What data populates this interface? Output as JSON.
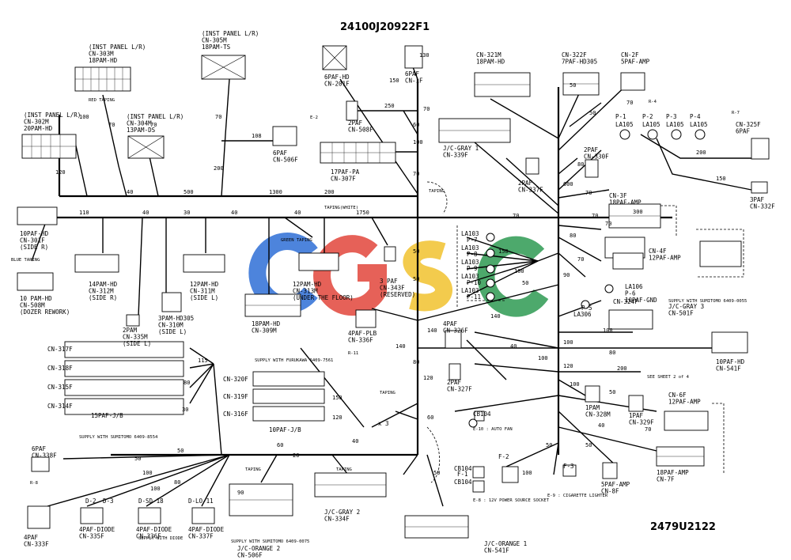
{
  "title": "24100J20922F1",
  "drawing_number": "2479U2122",
  "watermark": "CGSC",
  "colors": {
    "watermark_blue": "#2f6fd6",
    "watermark_red": "#e2463b",
    "watermark_yellow": "#f2c22e",
    "watermark_green": "#2e9a52"
  },
  "connectors": [
    {
      "id": "c1",
      "lines": [
        "(INST PANEL L/R)",
        "CN-303M",
        "18PAM-HD"
      ]
    },
    {
      "id": "c2",
      "lines": [
        "(INST PANEL L/R)",
        "CN-305M",
        "18PAM-TS"
      ]
    },
    {
      "id": "c3",
      "lines": [
        "(INST PANEL L/R)",
        "CN-302M",
        "20PAM-HD"
      ]
    },
    {
      "id": "c4",
      "lines": [
        "(INST PANEL L/R)",
        "CN-304M",
        "13PAM-DS"
      ]
    },
    {
      "id": "c5",
      "lines": [
        "6PAF-HD",
        "CN-201F"
      ]
    },
    {
      "id": "c6",
      "lines": [
        "6PAF",
        "CN-1F"
      ]
    },
    {
      "id": "c7",
      "lines": [
        "2PAF",
        "CN-508F"
      ]
    },
    {
      "id": "c8",
      "lines": [
        "6PAF",
        "CN-506F"
      ]
    },
    {
      "id": "c9",
      "lines": [
        "17PAF-PA",
        "CN-307F"
      ]
    },
    {
      "id": "c10",
      "lines": [
        "J/C-GRAY 1",
        "CN-339F"
      ]
    },
    {
      "id": "c11",
      "lines": [
        "CN-321M",
        "18PAM-HD"
      ]
    },
    {
      "id": "c12",
      "lines": [
        "CN-322F",
        "7PAF-HD305"
      ]
    },
    {
      "id": "c13",
      "lines": [
        "CN-2F",
        "5PAF-AMP"
      ]
    },
    {
      "id": "c14",
      "lines": [
        "CN-325F",
        "6PAF"
      ]
    },
    {
      "id": "c15",
      "lines": [
        "2PAF",
        "CN-337F"
      ]
    },
    {
      "id": "c16",
      "lines": [
        "2PAF",
        "CN-330F"
      ]
    },
    {
      "id": "c17",
      "lines": [
        "CN-3F",
        "18PAF-AMP"
      ]
    },
    {
      "id": "c18",
      "lines": [
        "3PAF",
        "CN-332F"
      ]
    },
    {
      "id": "c19",
      "lines": [
        "CN-4F",
        "12PAF-AMP"
      ]
    },
    {
      "id": "c20",
      "lines": [
        "10PAF-HD",
        "CN-301F",
        "(SIDE R)"
      ]
    },
    {
      "id": "c21",
      "lines": [
        "10 PAM-HD",
        "CN-508M",
        "(DOZER REWORK)"
      ]
    },
    {
      "id": "c22",
      "lines": [
        "14PAM-HD",
        "CN-312M",
        "(SIDE R)"
      ]
    },
    {
      "id": "c23",
      "lines": [
        "2PAM",
        "CN-335M",
        "(SIDE L)"
      ]
    },
    {
      "id": "c24",
      "lines": [
        "3PAM-HD305",
        "CN-310M",
        "(SIDE L)"
      ]
    },
    {
      "id": "c25",
      "lines": [
        "12PAM-HD",
        "CN-311M",
        "(SIDE L)"
      ]
    },
    {
      "id": "c26",
      "lines": [
        "12PAM-HD",
        "CN-313M",
        "(UNDER THE FLOOR)"
      ]
    },
    {
      "id": "c27",
      "lines": [
        "18PAM-HD",
        "CN-309M"
      ]
    },
    {
      "id": "c28",
      "lines": [
        "3 PAF",
        "CN-343F",
        "(RESERVED)"
      ]
    },
    {
      "id": "c29",
      "lines": [
        "4PAF-PLB",
        "CN-336F"
      ]
    },
    {
      "id": "c30",
      "lines": [
        "4PAF",
        "CN-326F"
      ]
    },
    {
      "id": "c31",
      "lines": [
        "LA106",
        "P-6",
        "10PAF-GND"
      ]
    },
    {
      "id": "c32",
      "lines": [
        "J/C-GRAY 3",
        "CN-501F"
      ]
    },
    {
      "id": "c33",
      "lines": [
        "10PAF-HD",
        "CN-541F"
      ]
    },
    {
      "id": "c34",
      "lines": [
        "2PAF",
        "CN-327F"
      ]
    },
    {
      "id": "c35",
      "lines": [
        "1PAM",
        "CN-328M"
      ]
    },
    {
      "id": "c36",
      "lines": [
        "1PAF",
        "CN-329F"
      ]
    },
    {
      "id": "c37",
      "lines": [
        "CN-6F",
        "12PAF-AMP"
      ]
    },
    {
      "id": "c38",
      "lines": [
        "15PAF-J/B"
      ]
    },
    {
      "id": "c39",
      "lines": [
        "10PAF-J/B"
      ]
    },
    {
      "id": "c40",
      "lines": [
        "6PAF",
        "CN-338F"
      ]
    },
    {
      "id": "c41",
      "lines": [
        "4PAF",
        "CN-333F"
      ]
    },
    {
      "id": "c42",
      "lines": [
        "4PAF-DIODE",
        "CN-335F"
      ]
    },
    {
      "id": "c43",
      "lines": [
        "4PAF-DIODE",
        "CN-336F"
      ]
    },
    {
      "id": "c44",
      "lines": [
        "4PAF-DIODE",
        "CN-337F"
      ]
    },
    {
      "id": "c45",
      "lines": [
        "J/C-ORANGE 2",
        "CN-506F"
      ]
    },
    {
      "id": "c46",
      "lines": [
        "J/C-GRAY 2",
        "CN-334F"
      ]
    },
    {
      "id": "c47",
      "lines": [
        "J/C-ORANGE 1",
        "CN-541F"
      ]
    },
    {
      "id": "c48",
      "lines": [
        "5PAF-AMP",
        "CN-8F"
      ]
    },
    {
      "id": "c49",
      "lines": [
        "18PAF-AMP",
        "CN-7F"
      ]
    }
  ],
  "labels": {
    "cn317f": "CN-317F",
    "cn318f": "CN-318F",
    "cn315f": "CN-315F",
    "cn314f": "CN-314F",
    "cn320f": "CN-320F",
    "cn319f": "CN-319F",
    "cn316f": "CN-316F",
    "cb104a": "CB104",
    "cb104b": "CB104",
    "cb104c": "CB104",
    "f1": "F-1",
    "f3": "F-3",
    "f2": "F-2",
    "p5": "P-5",
    "la306": "LA306",
    "cn324f": "CN-324F",
    "d2": "D-2",
    "d3": "D-3",
    "dsd18": "D-SD-18",
    "dlo11": "D-LO-11",
    "taping": "TAPING",
    "taping_white": "TAPING(WHITE)",
    "green_taping": "GREEN TAPING",
    "blue_taping": "BLUE TAPING",
    "red_taping": "RED TAPING",
    "r8": "R-8",
    "e2": "E-2",
    "r11": "R-11",
    "r4": "R-4",
    "r7": "R-7",
    "see_sheet": "SEE SHEET 2 of 4",
    "x3": "x 3",
    "supply_fl": "SUPPLY WITH FURUKAWA 6409-7561",
    "supply_sumi1": "SUPPLY WITH SUMITOMO 6409-8554",
    "supply_sumi2": "SUPPLY WITH SUMITOMO 6409-0055",
    "supply_sumi3": "SUPPLY WITH SUMITOMO 6409-0075",
    "supply_diode": "SUPPLY WITH DIODE",
    "e10": "E-10 : AUTO FAN",
    "e9": "E-9 : CIGARETTE LIGHTER",
    "e8": "E-8 : 12V POWER SOURCE SOCKET"
  },
  "relays": [
    {
      "p": "P-1",
      "la": "LA105"
    },
    {
      "p": "P-2",
      "la": "LA105"
    },
    {
      "p": "P-3",
      "la": "LA105"
    },
    {
      "p": "P-4",
      "la": "LA105"
    }
  ],
  "la_stack": [
    {
      "la": "LA103",
      "p": "P-7"
    },
    {
      "la": "LA103",
      "p": "P-8"
    },
    {
      "la": "LA103",
      "p": "P-9"
    },
    {
      "la": "LA103",
      "p": "P-10"
    },
    {
      "la": "LA103",
      "p": "P-11"
    }
  ],
  "wire_numbers": [
    "110",
    "40",
    "30",
    "40",
    "40",
    "1750",
    "500",
    "1300",
    "200",
    "40",
    "120",
    "70",
    "70",
    "100",
    "200",
    "108",
    "70",
    "250",
    "150",
    "130",
    "100",
    "60",
    "70",
    "70",
    "50",
    "50",
    "70",
    "70",
    "300",
    "50",
    "50",
    "70",
    "200",
    "150",
    "600",
    "80",
    "70",
    "70",
    "80",
    "70",
    "90",
    "140",
    "40",
    "100",
    "140",
    "120",
    "60",
    "80",
    "150",
    "100",
    "50",
    "100",
    "120",
    "100",
    "100",
    "80",
    "200",
    "50",
    "70",
    "40",
    "50",
    "50",
    "100",
    "50",
    "115",
    "80",
    "30",
    "150",
    "120",
    "140",
    "40",
    "60",
    "50",
    "100",
    "100",
    "90",
    "80",
    "50",
    "20"
  ]
}
